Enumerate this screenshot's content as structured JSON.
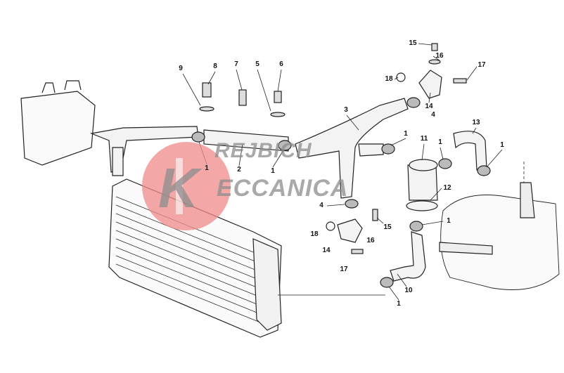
{
  "diagram": {
    "title": "Cooling system exploded view",
    "watermark": {
      "line1": "REJBICH",
      "line2": "ECCANICA",
      "logo_letter": "K",
      "brand": "KREJBICH MECCANICA",
      "logo_color": "#f08a8a"
    },
    "callouts": [
      "15",
      "16",
      "17",
      "18",
      "14",
      "4",
      "3",
      "9",
      "8",
      "7",
      "5",
      "6",
      "1",
      "2",
      "1",
      "1",
      "11",
      "13",
      "1",
      "1",
      "12",
      "4",
      "15",
      "16",
      "18",
      "14",
      "17",
      "1",
      "10",
      "1"
    ]
  }
}
